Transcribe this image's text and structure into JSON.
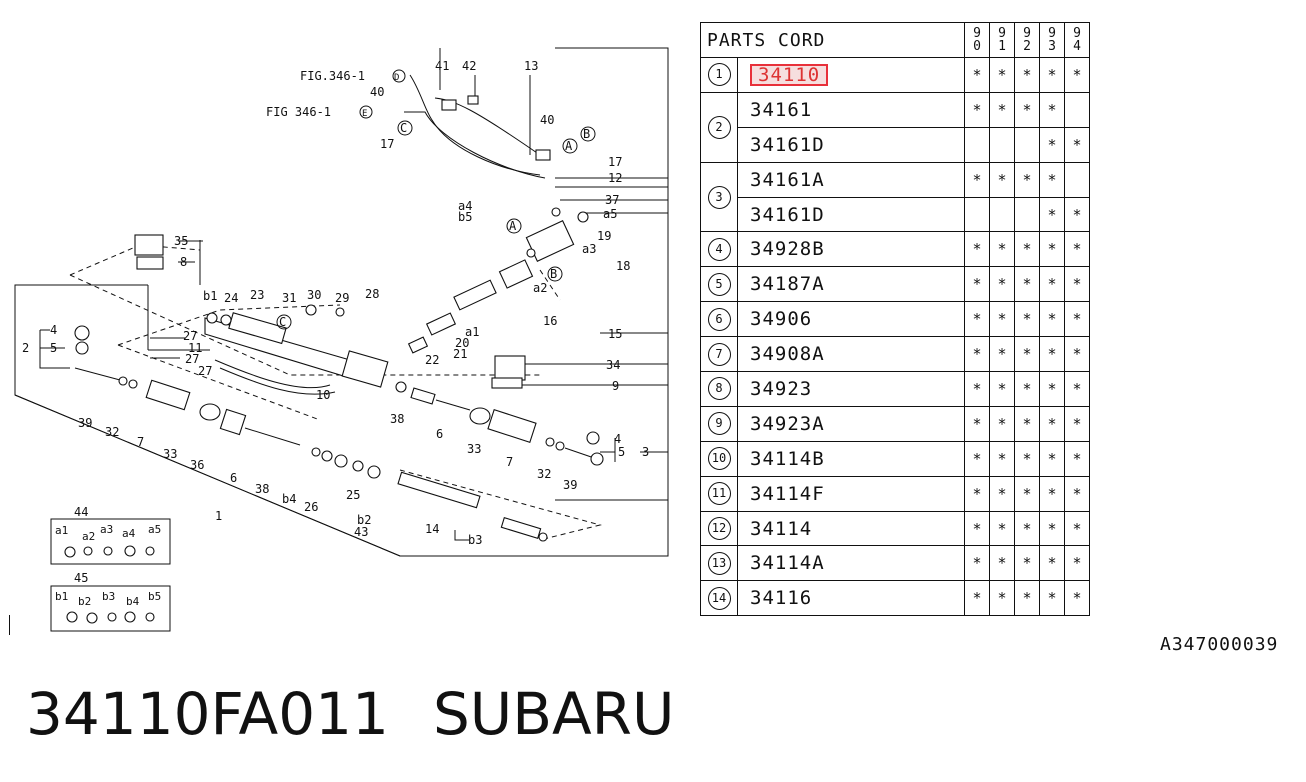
{
  "diagram": {
    "labels": {
      "fig_d": "FIG.346-1",
      "fig_d_circle": "D",
      "fig_e": "FIG 346-1",
      "fig_e_circle": "E",
      "circle_c1": "C",
      "circle_c2": "C",
      "circle_a1": "A",
      "circle_b1": "B",
      "circle_a2": "A",
      "circle_b2": "B",
      "n40a": "40",
      "n41": "41",
      "n42": "42",
      "n13": "13",
      "n40b": "40",
      "n17a": "17",
      "n17b": "17",
      "n12": "12",
      "n37": "37",
      "na4": "a4",
      "nb5": "b5",
      "na5": "a5",
      "n19": "19",
      "na3": "a3",
      "n18": "18",
      "na2": "a2",
      "n16": "16",
      "n15": "15",
      "na1": "a1",
      "n20": "20",
      "n21": "21",
      "n22": "22",
      "n34": "34",
      "n9": "9",
      "n10": "10",
      "n38a": "38",
      "n6a": "6",
      "n33a": "33",
      "n7a": "7",
      "n4r": "4",
      "n5r": "5",
      "n3r": "3",
      "n32r": "32",
      "n39r": "39",
      "n35": "35",
      "n8": "8",
      "nb1": "b1",
      "n24": "24",
      "n23": "23",
      "n31": "31",
      "n30": "30",
      "n29": "29",
      "n28": "28",
      "n27a": "27",
      "n11": "11",
      "n27b": "27",
      "n27c": "27",
      "n4l": "4",
      "n2l": "2",
      "n5l": "5",
      "n39l": "39",
      "n32l": "32",
      "n7l": "7",
      "n33l": "33",
      "n36": "36",
      "n6l": "6",
      "n38l": "38",
      "nb4": "b4",
      "n26": "26",
      "n25": "25",
      "nb2": "b2",
      "n43": "43",
      "n14": "14",
      "nb3": "b3",
      "n1": "1",
      "n44": "44",
      "n45": "45",
      "k_a1": "a1",
      "k_a2": "a2",
      "k_a3": "a3",
      "k_a4": "a4",
      "k_a5": "a5",
      "k_b1": "b1",
      "k_b2": "b2",
      "k_b3": "b3",
      "k_b4": "b4",
      "k_b5": "b5"
    }
  },
  "table": {
    "header": {
      "title": "PARTS CORD",
      "years": [
        "90",
        "91",
        "92",
        "93",
        "94"
      ]
    },
    "groups": [
      {
        "ref": "1",
        "rows": [
          {
            "code": "34110",
            "marks": [
              "*",
              "*",
              "*",
              "*",
              "*"
            ]
          }
        ]
      },
      {
        "ref": "2",
        "rows": [
          {
            "code": "34161",
            "marks": [
              "*",
              "*",
              "*",
              "*",
              ""
            ]
          },
          {
            "code": "34161D",
            "marks": [
              "",
              "",
              "",
              "*",
              "*"
            ]
          }
        ]
      },
      {
        "ref": "3",
        "rows": [
          {
            "code": "34161A",
            "marks": [
              "*",
              "*",
              "*",
              "*",
              ""
            ]
          },
          {
            "code": "34161D",
            "marks": [
              "",
              "",
              "",
              "*",
              "*"
            ]
          }
        ]
      },
      {
        "ref": "4",
        "rows": [
          {
            "code": "34928B",
            "marks": [
              "*",
              "*",
              "*",
              "*",
              "*"
            ]
          }
        ]
      },
      {
        "ref": "5",
        "rows": [
          {
            "code": "34187A",
            "marks": [
              "*",
              "*",
              "*",
              "*",
              "*"
            ]
          }
        ]
      },
      {
        "ref": "6",
        "rows": [
          {
            "code": "34906",
            "marks": [
              "*",
              "*",
              "*",
              "*",
              "*"
            ]
          }
        ]
      },
      {
        "ref": "7",
        "rows": [
          {
            "code": "34908A",
            "marks": [
              "*",
              "*",
              "*",
              "*",
              "*"
            ]
          }
        ]
      },
      {
        "ref": "8",
        "rows": [
          {
            "code": "34923",
            "marks": [
              "*",
              "*",
              "*",
              "*",
              "*"
            ]
          }
        ]
      },
      {
        "ref": "9",
        "rows": [
          {
            "code": "34923A",
            "marks": [
              "*",
              "*",
              "*",
              "*",
              "*"
            ]
          }
        ]
      },
      {
        "ref": "10",
        "rows": [
          {
            "code": "34114B",
            "marks": [
              "*",
              "*",
              "*",
              "*",
              "*"
            ]
          }
        ]
      },
      {
        "ref": "11",
        "rows": [
          {
            "code": "34114F",
            "marks": [
              "*",
              "*",
              "*",
              "*",
              "*"
            ]
          }
        ]
      },
      {
        "ref": "12",
        "rows": [
          {
            "code": "34114",
            "marks": [
              "*",
              "*",
              "*",
              "*",
              "*"
            ]
          }
        ]
      },
      {
        "ref": "13",
        "rows": [
          {
            "code": "34114A",
            "marks": [
              "*",
              "*",
              "*",
              "*",
              "*"
            ]
          }
        ]
      },
      {
        "ref": "14",
        "rows": [
          {
            "code": "34116",
            "marks": [
              "*",
              "*",
              "*",
              "*",
              "*"
            ]
          }
        ]
      }
    ],
    "highlighted_code": "34110",
    "highlight_color": "#e8303a"
  },
  "reference_code": "A347000039",
  "caption": {
    "part_number": "34110FA011",
    "brand": "SUBARU"
  }
}
